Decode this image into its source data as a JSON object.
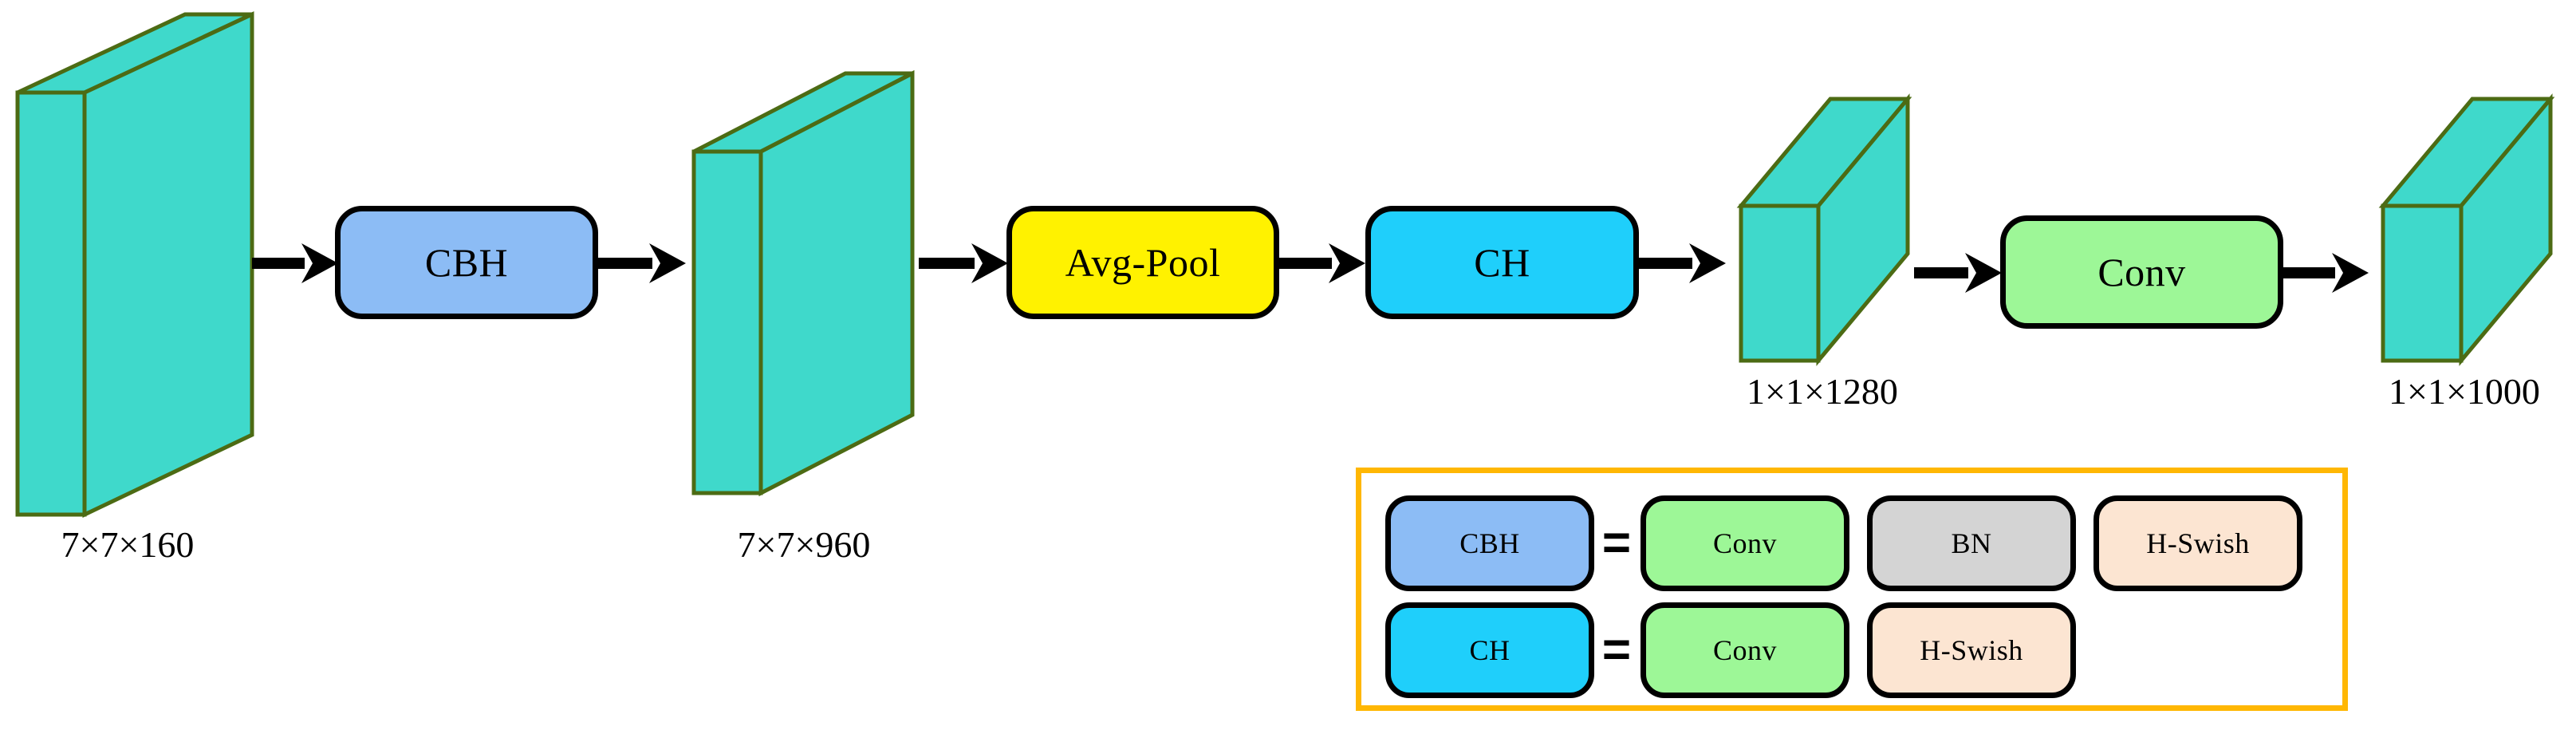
{
  "diagram": {
    "title": "Network tail architecture",
    "background": "#ffffff",
    "tensor_fill": "#3FD9CB",
    "tensor_stroke": "#4C6B14",
    "arrow_color": "#000000",
    "block_stroke": "#000000"
  },
  "colors": {
    "cbh": "#8CBCF5",
    "avgpool": "#FFF200",
    "ch": "#1FCFFB",
    "conv": "#9DF797",
    "bn": "#D4D4D4",
    "hswish": "#FCE5D2",
    "legend_border": "#FFB703",
    "tensor": "#3FD9CB",
    "tensor_edge": "#4C6B14"
  },
  "tensors": [
    {
      "name": "input-tensor",
      "label": "7×7×160"
    },
    {
      "name": "stage1-tensor",
      "label": "7×7×960"
    },
    {
      "name": "pooled-tensor",
      "label": "1×1×1280"
    },
    {
      "name": "output-tensor",
      "label": "1×1×1000"
    }
  ],
  "blocks": [
    {
      "name": "cbh-block",
      "label": "CBH",
      "color_key": "cbh"
    },
    {
      "name": "avgpool-block",
      "label": "Avg-Pool",
      "color_key": "avgpool"
    },
    {
      "name": "ch-block",
      "label": "CH",
      "color_key": "ch"
    },
    {
      "name": "conv-block",
      "label": "Conv",
      "color_key": "conv"
    }
  ],
  "arrows": [
    {
      "name": "arrow-input-to-cbh"
    },
    {
      "name": "arrow-cbh-to-stage1"
    },
    {
      "name": "arrow-stage1-to-avgpool"
    },
    {
      "name": "arrow-avgpool-to-ch"
    },
    {
      "name": "arrow-ch-to-pooled"
    },
    {
      "name": "arrow-pooled-to-conv"
    },
    {
      "name": "arrow-conv-to-output"
    }
  ],
  "legend": {
    "border_color": "#FFB703",
    "equals_symbol": "=",
    "rows": [
      {
        "name": "legend-row-cbh",
        "lhs": {
          "label": "CBH",
          "color_key": "cbh"
        },
        "equals": "=",
        "rhs": [
          {
            "label": "Conv",
            "color_key": "conv"
          },
          {
            "label": "BN",
            "color_key": "bn"
          },
          {
            "label": "H-Swish",
            "color_key": "hswish"
          }
        ]
      },
      {
        "name": "legend-row-ch",
        "lhs": {
          "label": "CH",
          "color_key": "ch"
        },
        "equals": "=",
        "rhs": [
          {
            "label": "Conv",
            "color_key": "conv"
          },
          {
            "label": "H-Swish",
            "color_key": "hswish"
          }
        ]
      }
    ]
  }
}
